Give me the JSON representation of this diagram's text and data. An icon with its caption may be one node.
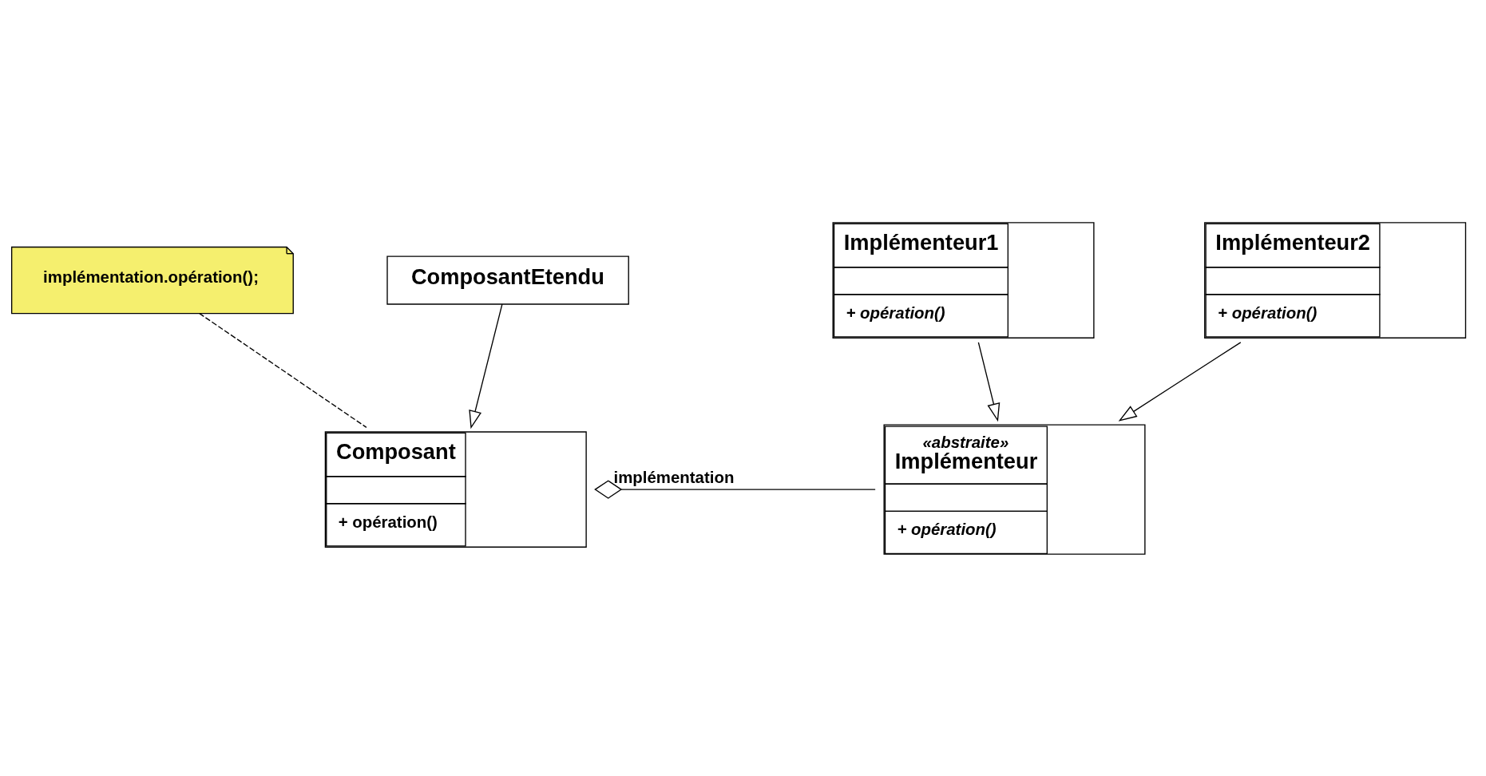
{
  "diagram": {
    "nodes": [
      {
        "text": [
          "implémentation.opération();"
        ]
      },
      {
        "text": [
          "Composant",
          "+ opération()"
        ]
      },
      {
        "text": [
          "«abstraite»",
          "Implémenteur",
          "+ opération()"
        ]
      },
      {
        "text": [
          "ComposantEtendu"
        ]
      },
      {
        "text": [
          "Implémenteur1",
          "+ opération()"
        ]
      },
      {
        "text": [
          "Implémenteur2",
          "+ opération()"
        ]
      }
    ],
    "edges": [
      {
        "from": 0,
        "to": 1,
        "arrow": "none",
        "style": "dashed"
      },
      {
        "from": 1,
        "to": 2,
        "arrow": "other",
        "label": "implémentation"
      },
      {
        "from": 3,
        "to": 1,
        "arrow": "to"
      },
      {
        "from": 4,
        "to": 2,
        "arrow": "to"
      },
      {
        "from": 5,
        "to": 2,
        "arrow": "to"
      }
    ]
  }
}
